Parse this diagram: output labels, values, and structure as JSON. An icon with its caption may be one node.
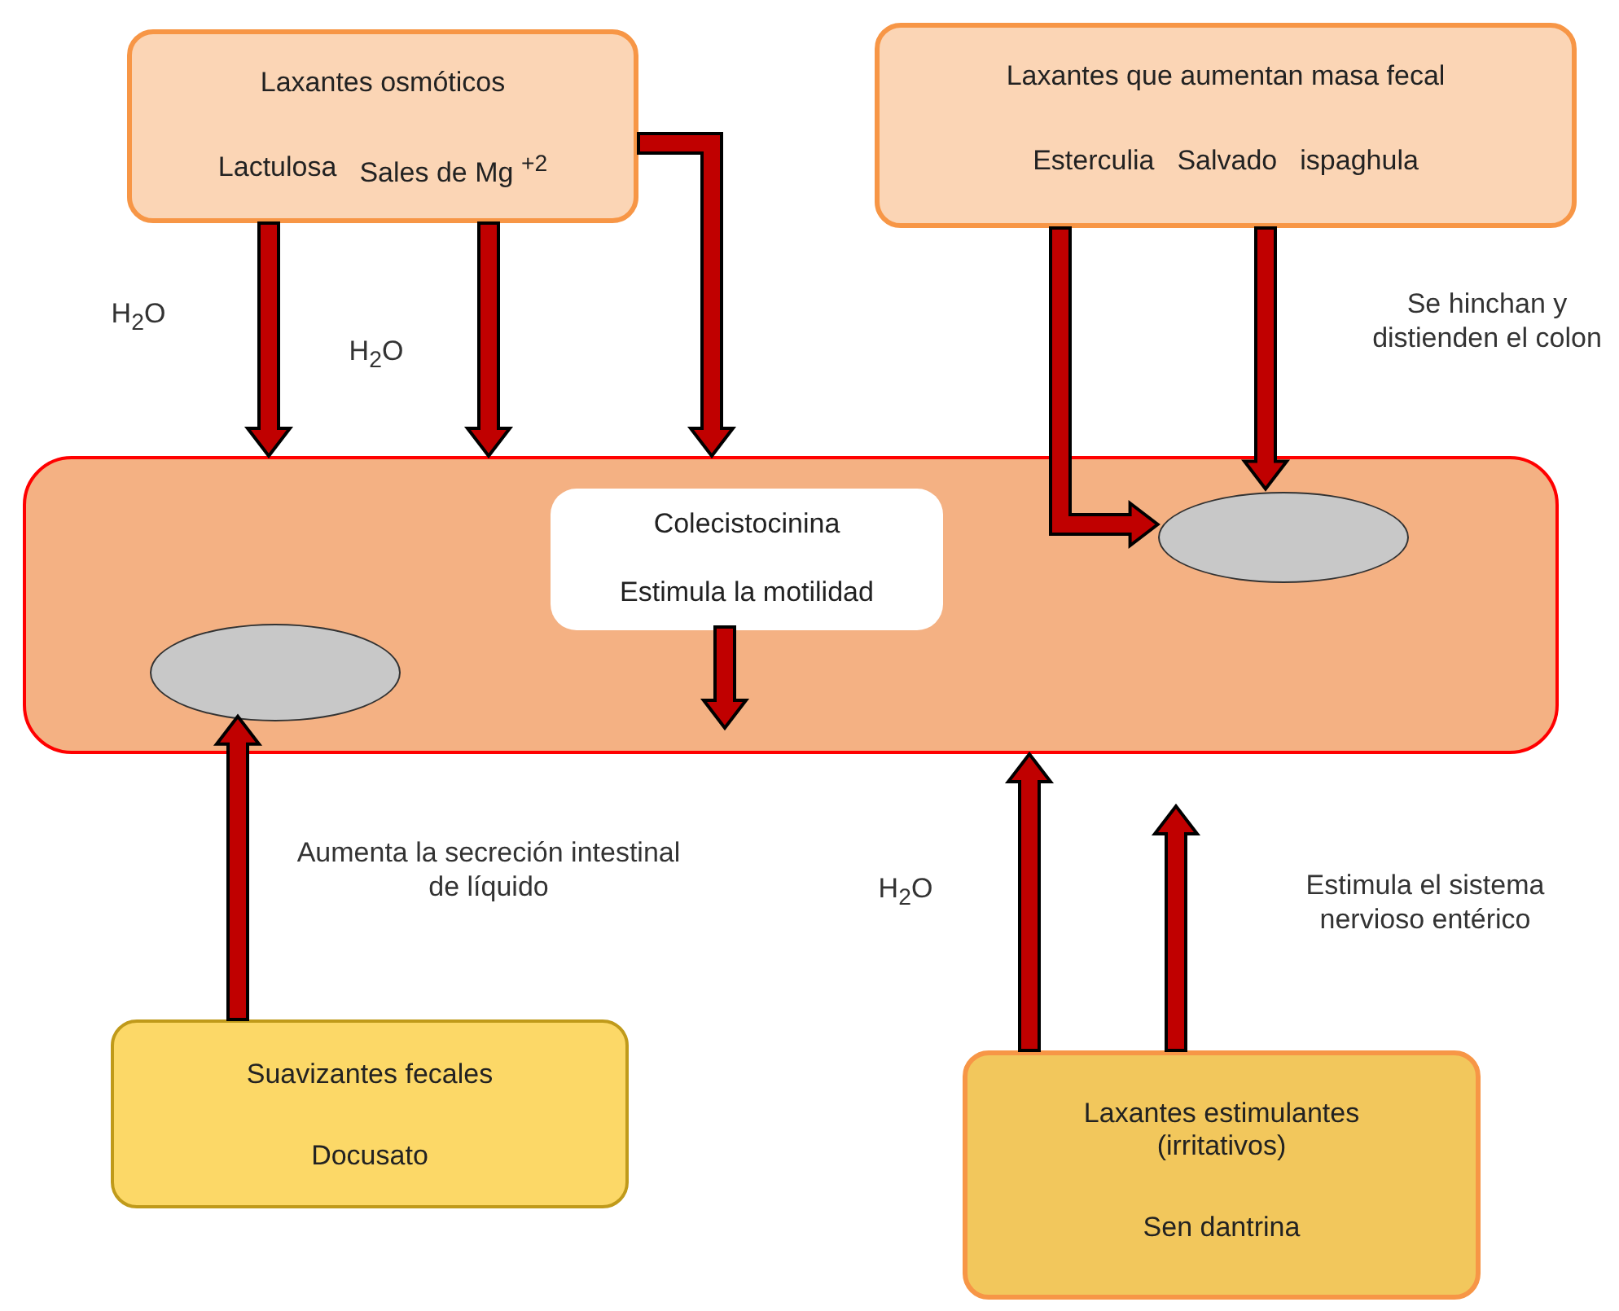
{
  "diagram": {
    "nodes": [
      {
        "text": [
          "Laxantes osmóticos",
          "Lactulosa",
          "Sales de Mg $^{+2}$"
        ]
      },
      {
        "text": [
          "Laxantes que aumentan masa fecal",
          "Esterculia",
          "Salvado",
          "ispaghula"
        ]
      },
      {
        "text": [],
        "shape": "box"
      },
      {
        "text": [
          "Colecistocinina",
          "Estimula la motilidad"
        ],
        "in": 2
      },
      {
        "text": [],
        "shape": "ellipse",
        "in": 2
      },
      {
        "text": [],
        "shape": "ellipse",
        "in": 2
      },
      {
        "text": [
          "Suavizantes fecales",
          "Docusato"
        ]
      },
      {
        "text": [
          "Laxantes estimulantes (irritativos)",
          "Sen dantrina"
        ]
      }
    ],
    "edges": [
      {
        "from": 0,
        "to": 2,
        "arrow": "to"
      },
      {
        "from": 0,
        "to": 2,
        "arrow": "to"
      },
      {
        "from": 0,
        "to": 2,
        "arrow": "to"
      },
      {
        "from": 3,
        "to": null,
        "arrow": "to"
      },
      {
        "from": 1,
        "to": 5,
        "arrow": "to"
      },
      {
        "from": 1,
        "to": 5,
        "arrow": "to"
      },
      {
        "from": 6,
        "to": 4,
        "arrow": "to"
      },
      {
        "from": 7,
        "to": 2,
        "arrow": "to"
      },
      {
        "from": 7,
        "to": null,
        "arrow": "to"
      }
    ],
    "labels": [
      "H$_{2}$O",
      "H$_{2}$O",
      "Se hinchan y distienden el colon",
      "Aumenta la secreción intestinal de líquido",
      "H$_{2}$O",
      "Estimula el sistema nervioso entérico"
    ]
  }
}
